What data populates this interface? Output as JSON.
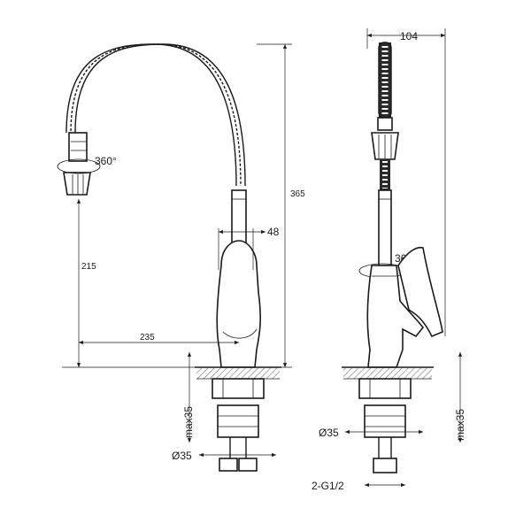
{
  "front_view": {
    "dim_total_height": "365",
    "dim_spout_height": "215",
    "dim_spout_reach": "235",
    "dim_body_width": "48",
    "rotation": "360°",
    "dim_thread_len": "max35",
    "dim_nut_dia": "Ø35"
  },
  "side_view": {
    "dim_depth": "104",
    "rotation": "360°",
    "dim_thread_len": "max35",
    "dim_nut_dia": "Ø35",
    "dim_hose_thread": "2-G1/2"
  }
}
